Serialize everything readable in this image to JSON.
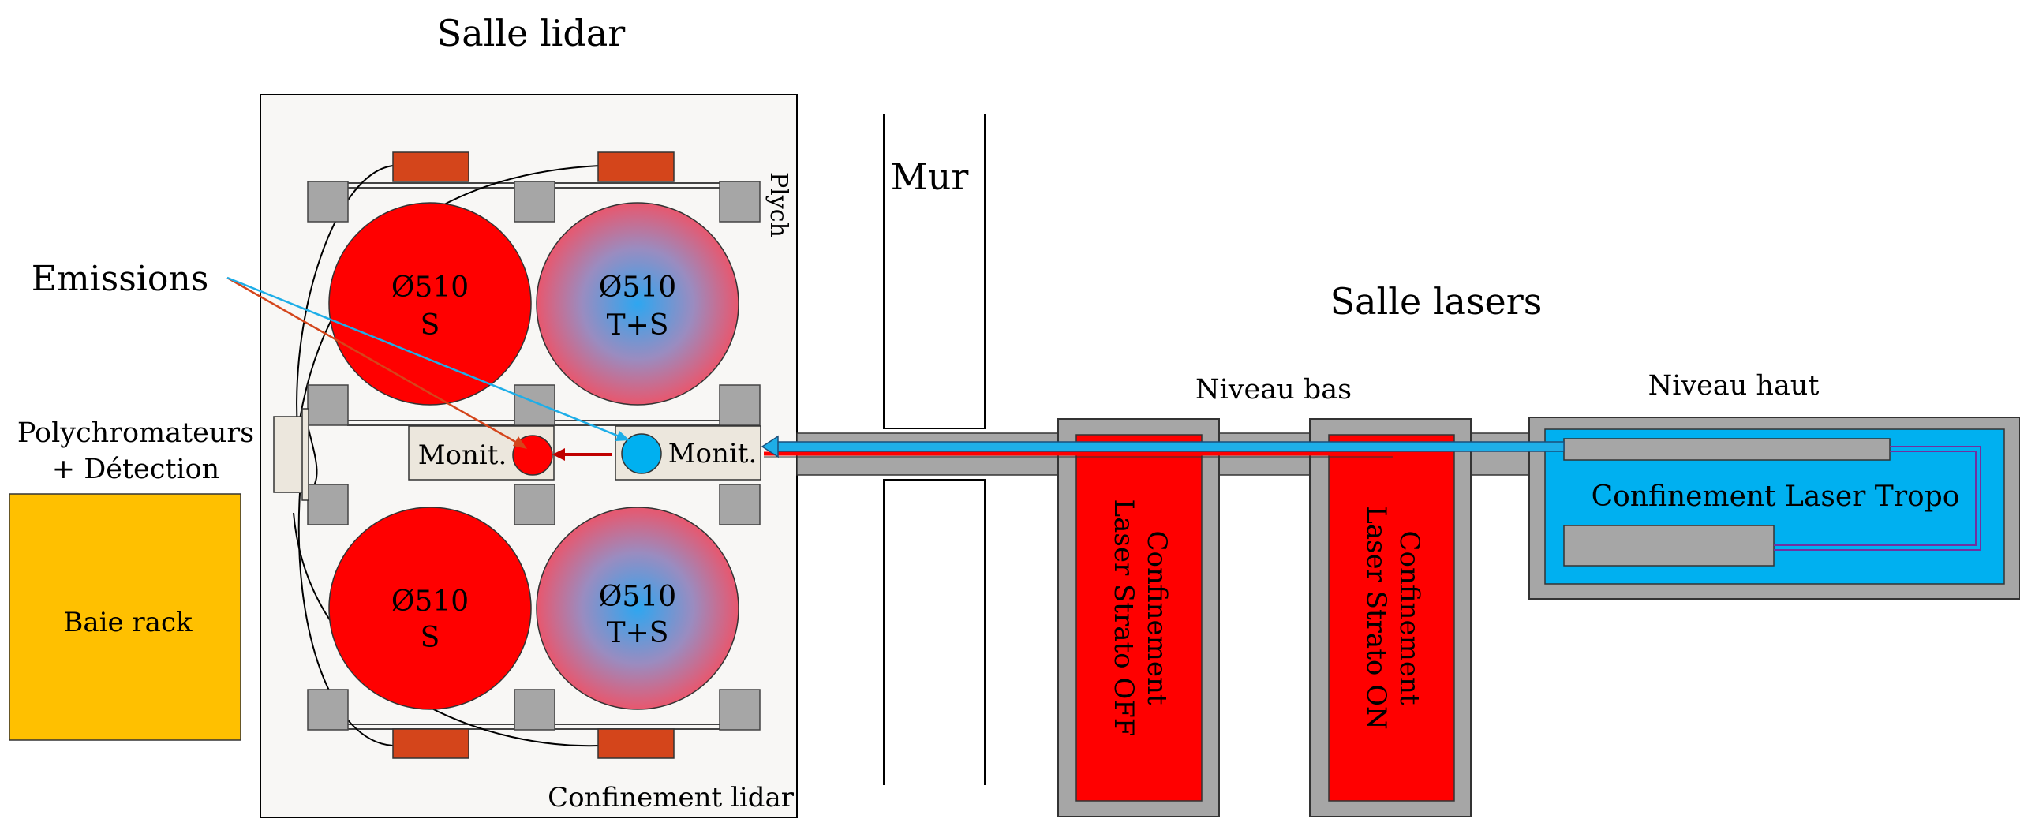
{
  "labels": {
    "salle_lidar": "Salle lidar",
    "mur": "Mur",
    "salle_lasers": "Salle lasers",
    "niveau_bas": "Niveau bas",
    "niveau_haut": "Niveau haut",
    "emissions": "Emissions",
    "polychromateurs_line1": "Polychromateurs",
    "polychromateurs_line2": "+ Détection",
    "baie_rack": "Baie rack",
    "plych": "Plych",
    "confinement_lidar": "Confinement lidar",
    "telescope_size": "Ø510",
    "telescope_s": "S",
    "telescope_ts": "T+S",
    "monit": "Monit.",
    "strato_off_line1": "Confinement",
    "strato_off_line2": "Laser Strato OFF",
    "strato_on_line1": "Confinement",
    "strato_on_line2": "Laser Strato ON",
    "tropo": "Confinement Laser Tropo"
  },
  "colors": {
    "red": "#ff0000",
    "blue_beam": "#1eaee8",
    "rust": "#d4451b",
    "grey": "#a6a6a6",
    "rack": "#ffc000",
    "tropo_bg": "#00b0f0",
    "room_bg": "#f8f7f5",
    "box_bg": "#ece7dd"
  }
}
